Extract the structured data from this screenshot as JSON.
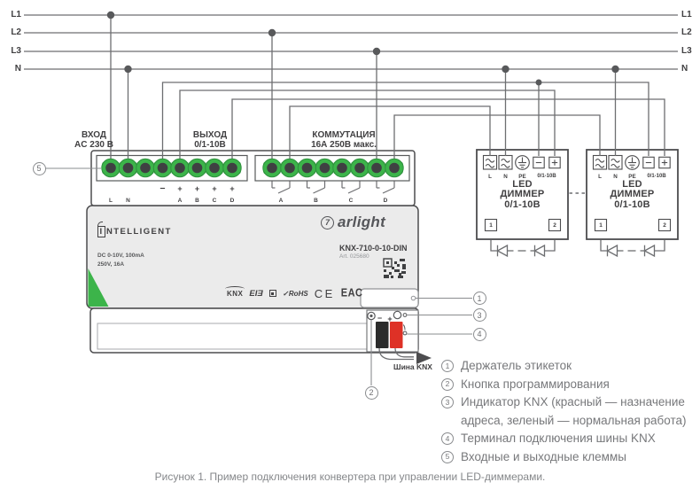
{
  "bus": {
    "l1": "L1",
    "l2": "L2",
    "l3": "L3",
    "n": "N"
  },
  "converter": {
    "input_title": "ВХОД",
    "input_subtitle": "AC 230 В",
    "output_title": "ВЫХОД",
    "output_subtitle": "0/1-10В",
    "switching_title": "КОММУТАЦИЯ",
    "switching_subtitle": "16А 250В макс.",
    "terminal_l": "L",
    "terminal_n": "N",
    "minus": "−",
    "plus": "+",
    "channels": [
      "A",
      "B",
      "C",
      "D"
    ],
    "brand_i": "I",
    "brand_rest": "NTELLIGENT",
    "spec1": "DC 0-10V, 100mA",
    "spec2": "250V, 16A",
    "logo_text": "arlight",
    "model": "KNX-710-0-10-DIN",
    "article": "Art. 025680",
    "certs": {
      "knx": "KNX",
      "eib": "EIƎ",
      "rohs": "RoHS",
      "ce": "CE",
      "eac": "EAC"
    },
    "knx_minus": "−",
    "knx_plus": "+",
    "knx_bus_label": "Шина KNX"
  },
  "dimmer": {
    "line1": "LED",
    "line2": "ДИММЕР",
    "line3": "0/1-10В",
    "t_l": "L",
    "t_n": "N",
    "t_pe": "PE",
    "t_sig": "0/1-10В",
    "out1": "1",
    "out2": "2"
  },
  "callouts": {
    "c1": "1",
    "c2": "2",
    "c3": "3",
    "c4": "4",
    "c5": "5"
  },
  "legend": {
    "item1": "Держатель этикеток",
    "item2": "Кнопка программирования",
    "item3a": "Индикатор KNX (красный — назначение",
    "item3b": "адреса, зеленый — нормальная работа)",
    "item4": "Терминал подключения шины KNX",
    "item5": "Входные и выходные клеммы"
  },
  "icons": {
    "arlight_glyph": "7",
    "rohs_check": "✓"
  },
  "caption": "Рисунок 1. Пример подключения конвертера при управлении LED-диммерами."
}
